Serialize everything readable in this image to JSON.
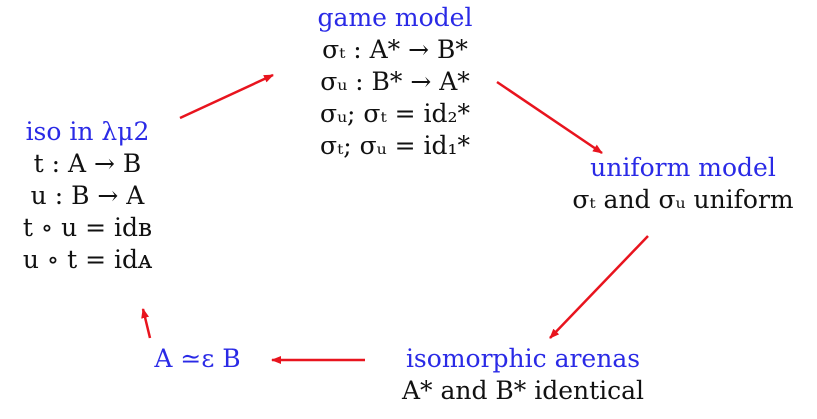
{
  "colors": {
    "title": "#2a2ae6",
    "arrow": "#e8141e",
    "text": "#111111"
  },
  "nodes": {
    "game_model": {
      "title": "game model",
      "lines": [
        "σₜ : A* → B*",
        "σᵤ : B* → A*",
        "σᵤ; σₜ = id₂*",
        "σₜ; σᵤ = id₁*"
      ]
    },
    "iso": {
      "title": "iso in λμ2",
      "lines": [
        "t : A → B",
        "u : B → A",
        "t ∘ u = idʙ",
        "u ∘ t = idᴀ"
      ]
    },
    "uniform_model": {
      "title": "uniform model",
      "lines": [
        "σₜ and σᵤ uniform"
      ]
    },
    "isomorphic_arenas": {
      "title": "isomorphic arenas",
      "lines": [
        "A* and B* identical"
      ]
    },
    "equiv": {
      "title": "A ≃ε B"
    }
  }
}
